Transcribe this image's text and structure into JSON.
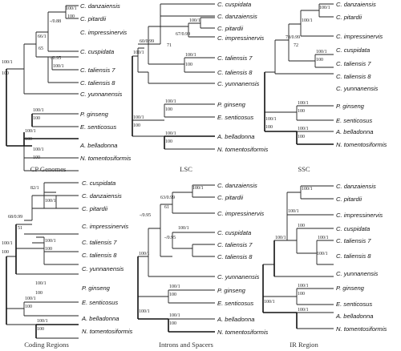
{
  "figure": {
    "panels": [
      {
        "caption": "CP Genomes",
        "taxa": [
          "C. danzaiensis",
          "C. pitardii",
          "C. impressinervis",
          "C. cuspidata",
          "C. taliensis 7",
          "C. taliensis 8",
          "C. yunnanensis",
          "P. ginseng",
          "E. senticosus",
          "A. belladonna",
          "N. tomentosiformis"
        ],
        "labels": [
          "100/1",
          "100",
          "-/0.88",
          "66/1",
          "65",
          "100/1",
          "-/0.95",
          "100/1",
          "100",
          "100/1",
          "100",
          "100/1",
          "100",
          "100/1",
          "100"
        ]
      },
      {
        "caption": "LSC",
        "taxa": [
          "C. cuspidata",
          "C. danzaiensis",
          "C. pitardii",
          "C. impressinervis",
          "C. taliensis 7",
          "C. taliensis 8",
          "C. yunnanensis",
          "P. ginseng",
          "E. senticosus",
          "A. belladonna",
          "N. tomentosiformis"
        ],
        "labels": [
          "100/1",
          "60/0.99",
          "67/0.99",
          "71",
          "100/1",
          "100",
          "100/1",
          "100/1",
          "100",
          "100/1",
          "100",
          "100/1",
          "100"
        ]
      },
      {
        "caption": "SSC",
        "taxa": [
          "C. danzaiensis",
          "C. pitardii",
          "C. impressinervis",
          "C. cuspidata",
          "C. taliensis 7",
          "C. taliensis 8",
          "C. yunnanensis",
          "P. ginseng",
          "E. senticosus",
          "A. belladonna",
          "N. tomentosiformis"
        ],
        "labels": [
          "100/1",
          "100/1",
          "78/0.99",
          "72",
          "100/1",
          "100",
          "100/1",
          "100",
          "100/1",
          "100",
          "100/1",
          "100"
        ]
      },
      {
        "caption": "Coding Regions",
        "taxa": [
          "C. cuspidata",
          "C. danzaiensis",
          "C. pitardii",
          "C. impressinervis",
          "C. taliensis 7",
          "C. taliensis 8",
          "C. yunnanensis",
          "P. ginseng",
          "E. senticosus",
          "A. belladonna",
          "N. tomentosiformis"
        ],
        "labels": [
          "82/1",
          "100/1",
          "68/0.99",
          "51",
          "100/1",
          "100",
          "100/1",
          "100",
          "100/1",
          "100",
          "100/1",
          "100",
          "100/1",
          "100"
        ]
      },
      {
        "caption": "Introns and Spacers",
        "taxa": [
          "C. danzaiensis",
          "C. pitardii",
          "C. impressinervis",
          "C. cuspidata",
          "C. taliensis 7",
          "C. taliensis 8",
          "C. yunnanensis",
          "P. ginseng",
          "E. senticosus",
          "A. belladonna",
          "N. tomentosiformis"
        ],
        "labels": [
          "100/1",
          "63/0.99",
          "61",
          "-/0.95",
          "100/1",
          "-/0.95",
          "100/1",
          "100/1",
          "100",
          "100/1",
          "100",
          "100/1"
        ]
      },
      {
        "caption": "IR Region",
        "taxa": [
          "C. danzaiensis",
          "C. pitardii",
          "C. impressinervis",
          "C. cuspidata",
          "C. taliensis 7",
          "C. taliensis 8",
          "C. yunnanensis",
          "P. ginseng",
          "E. senticosus",
          "A. belladonna",
          "N. tomentosiformis"
        ],
        "labels": [
          "100/1",
          "100/1",
          "100",
          "100/1",
          "100/1",
          "100/1",
          "100/1",
          "100",
          "100/1",
          "100/1"
        ]
      }
    ]
  }
}
